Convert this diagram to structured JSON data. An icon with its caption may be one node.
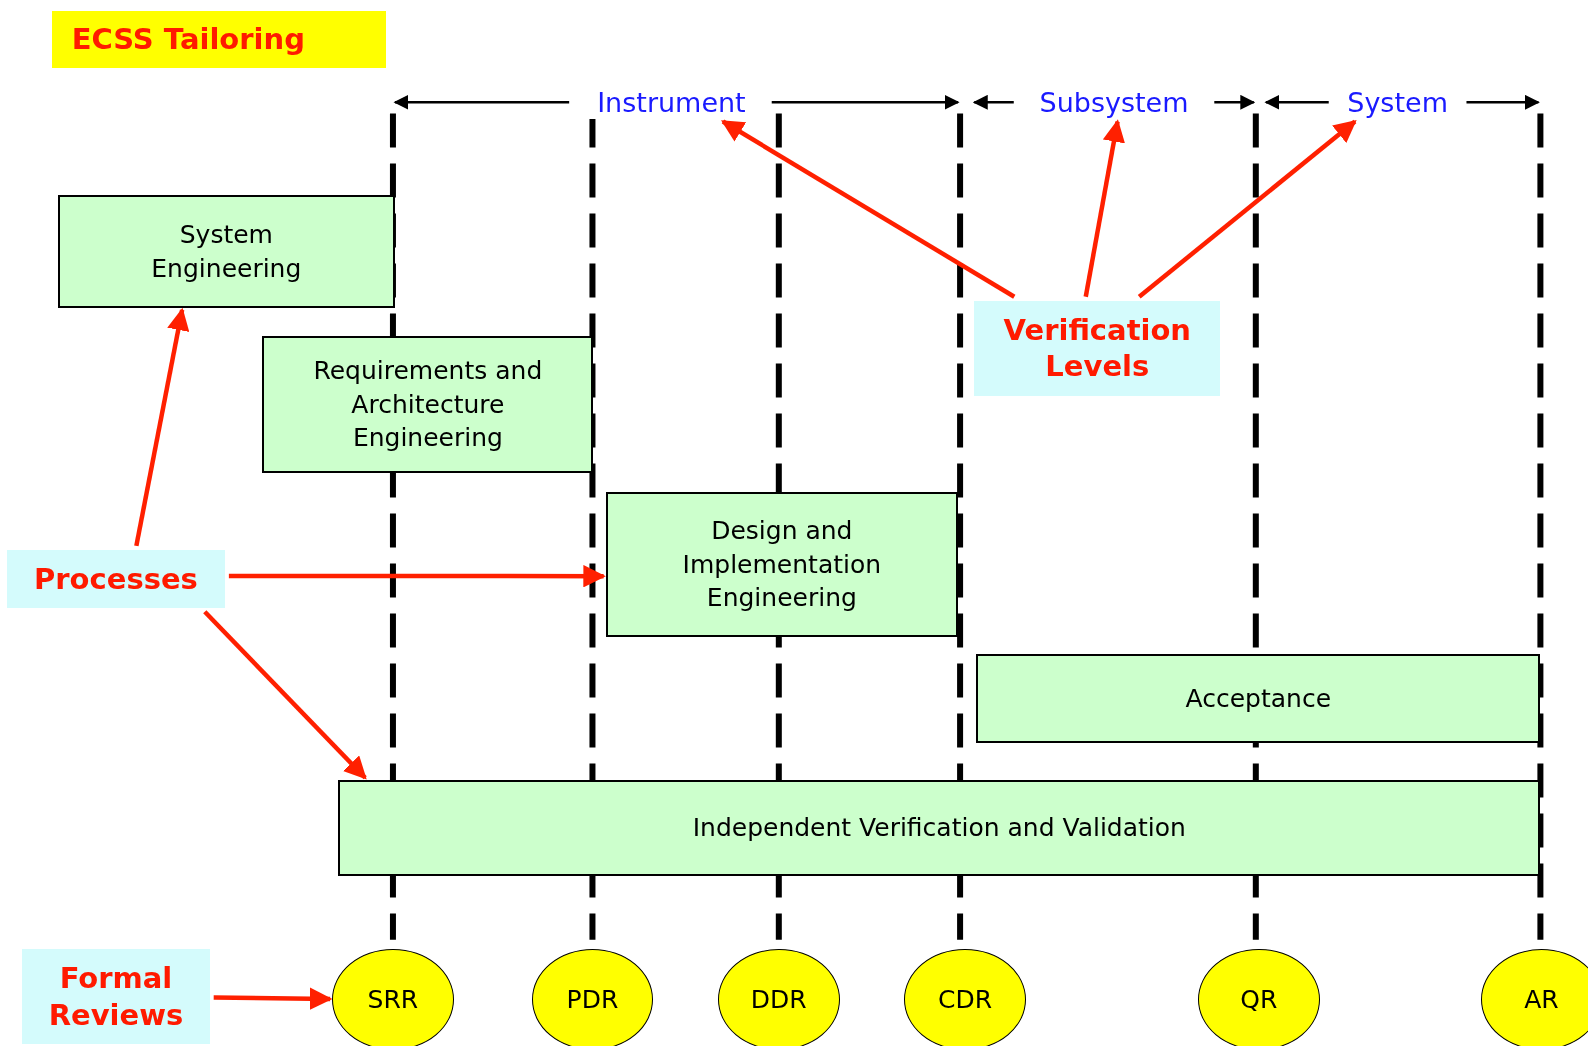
{
  "diagram": {
    "title": "ECSS Tailoring",
    "nodes": [
      {
        "text": [
          "System Engineering"
        ]
      },
      {
        "text": [
          "Requirements and Architecture Engineering"
        ]
      },
      {
        "text": [
          "Design and Implementation Engineering"
        ]
      },
      {
        "text": [
          "Acceptance"
        ]
      },
      {
        "text": [
          "Independent Verification and Validation"
        ]
      },
      {
        "text": [
          "Processes"
        ]
      },
      {
        "text": [
          "Verification Levels"
        ]
      },
      {
        "text": [
          "Instrument"
        ]
      },
      {
        "text": [
          "Subsystem"
        ]
      },
      {
        "text": [
          "System"
        ]
      },
      {
        "text": [
          "Formal Reviews"
        ]
      },
      {
        "text": [
          "SRR"
        ]
      },
      {
        "text": [
          "PDR"
        ]
      },
      {
        "text": [
          "DDR"
        ]
      },
      {
        "text": [
          "CDR"
        ]
      },
      {
        "text": [
          "QR"
        ]
      },
      {
        "text": [
          "AR"
        ]
      }
    ],
    "edges": [
      {
        "from": 5,
        "to": 0,
        "arrow": "to"
      },
      {
        "from": 5,
        "to": 2,
        "arrow": "to"
      },
      {
        "from": 5,
        "to": 4,
        "arrow": "to"
      },
      {
        "from": 6,
        "to": 7,
        "arrow": "to"
      },
      {
        "from": 6,
        "to": 8,
        "arrow": "to"
      },
      {
        "from": 6,
        "to": 9,
        "arrow": "to"
      },
      {
        "from": 10,
        "to": 11,
        "arrow": "to"
      }
    ]
  }
}
